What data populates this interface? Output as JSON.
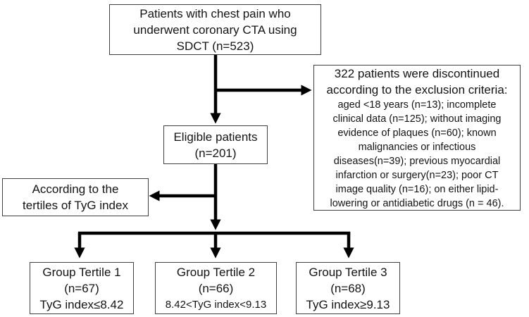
{
  "colors": {
    "background": "#ffffff",
    "box_border": "#404040",
    "arrow": "#000000",
    "text": "#141414"
  },
  "boxes": {
    "top": {
      "text": "Patients with chest pain who\nunderwent coronary CTA using\nSDCT (n=523)"
    },
    "exclusion": {
      "header": "322 patients were discontinued\naccording to the exclusion criteria:",
      "body": "aged <18 years (n=13); incomplete\nclinical data (n=125); without imaging\nevidence of plaques (n=60); known\nmalignancies or infectious\ndiseases(n=39); previous myocardial\ninfarction or surgery(n=23); poor CT\nimage quality (n=16); on either lipid-\nlowering or antidiabetic drugs (n = 46)."
    },
    "eligible": {
      "text": "Eligible patients\n(n=201)"
    },
    "tertile_label": {
      "text": "According to the\ntertiles of TyG index"
    },
    "tertile1": {
      "title": "Group Tertile 1",
      "n": "(n=67)",
      "range": "TyG index≤8.42"
    },
    "tertile2": {
      "title": "Group Tertile 2",
      "n": "(n=66)",
      "range": "8.42<TyG index<9.13"
    },
    "tertile3": {
      "title": "Group Tertile 3",
      "n": "(n=68)",
      "range": "TyG index≥9.13"
    }
  }
}
